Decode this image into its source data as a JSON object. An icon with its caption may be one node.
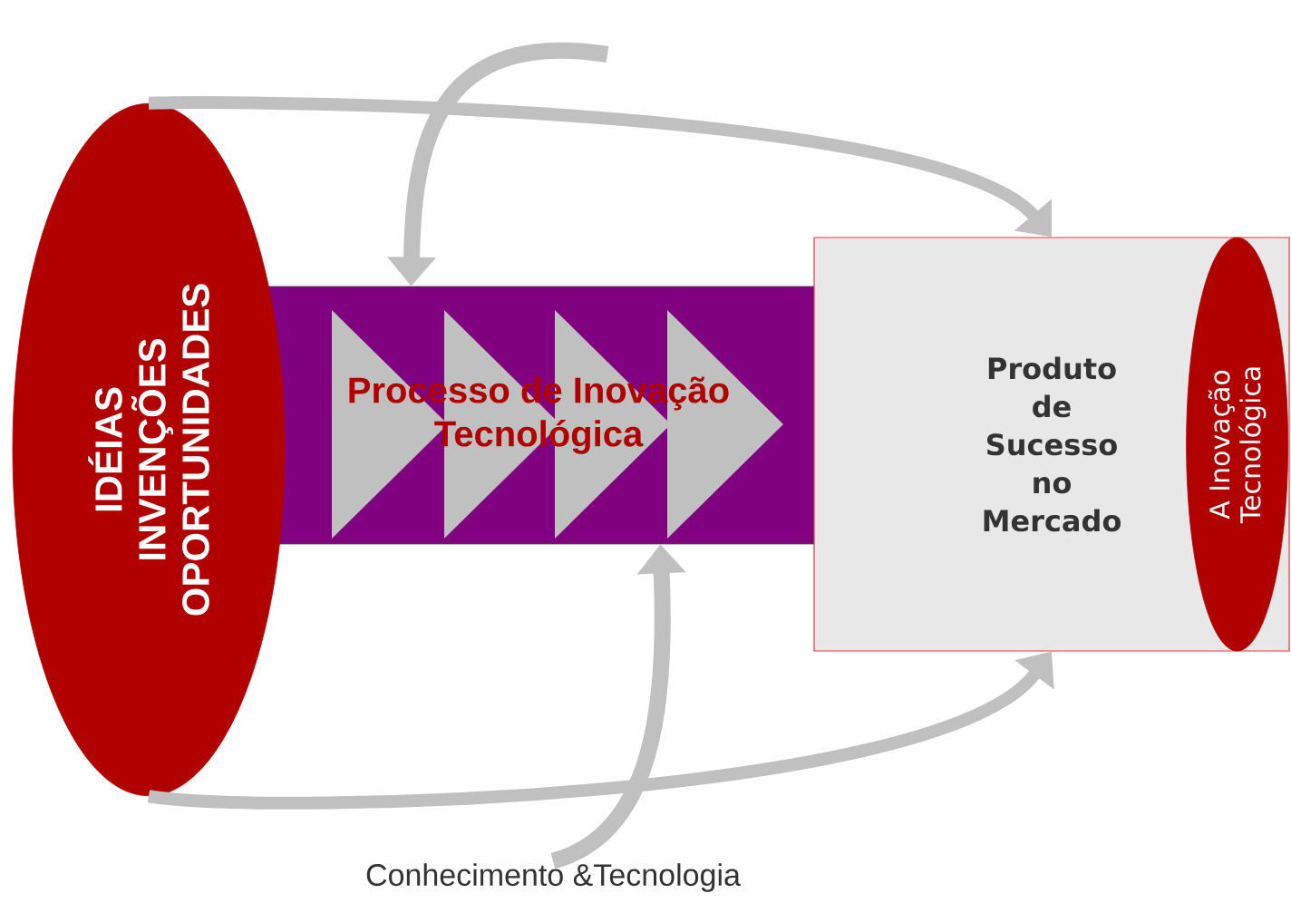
{
  "diagram": {
    "nodes": [
      {
        "text": [
          "IDÉIAS INVENÇÕES OPORTUNIDADES"
        ]
      },
      {
        "text": [
          "Processo de Inovação Tecnológica"
        ]
      },
      {
        "text": [
          "Produto de Sucesso no Mercado"
        ]
      },
      {
        "text": [
          "A Inovação Tecnológica"
        ],
        "in": 2
      },
      {
        "text": [
          "Conhecimento &Tecnologia"
        ]
      }
    ],
    "edges": [
      {
        "from": 0,
        "to": 2,
        "arrow": "to"
      },
      {
        "from": 0,
        "to": 2,
        "arrow": "to"
      },
      {
        "from": null,
        "to": 1,
        "arrow": "to"
      },
      {
        "from": 4,
        "to": 1,
        "arrow": "to"
      }
    ]
  }
}
